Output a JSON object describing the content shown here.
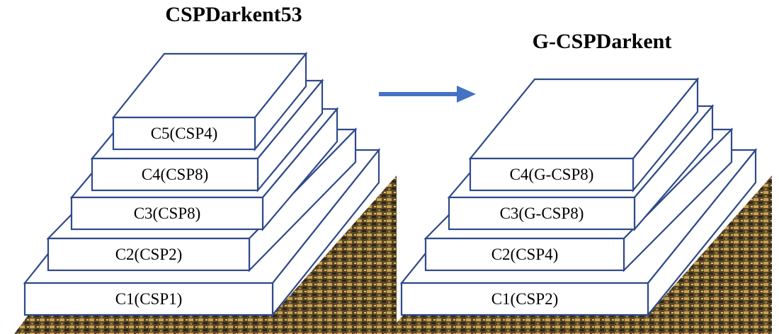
{
  "left": {
    "title": "CSPDarkent53",
    "layers": [
      "C1(CSP1)",
      "C2(CSP2)",
      "C3(CSP8)",
      "C4(CSP8)",
      "C5(CSP4)"
    ]
  },
  "right": {
    "title": "G-CSPDarkent",
    "layers": [
      "C1(CSP2)",
      "C2(CSP4)",
      "C3(G-CSP8)",
      "C4(G-CSP8)"
    ]
  },
  "colors": {
    "outline": "#2f4a8a",
    "arrow": "#4472c4",
    "box_fill": "#ffffff"
  },
  "icons": {
    "transition": "right-arrow-icon"
  }
}
